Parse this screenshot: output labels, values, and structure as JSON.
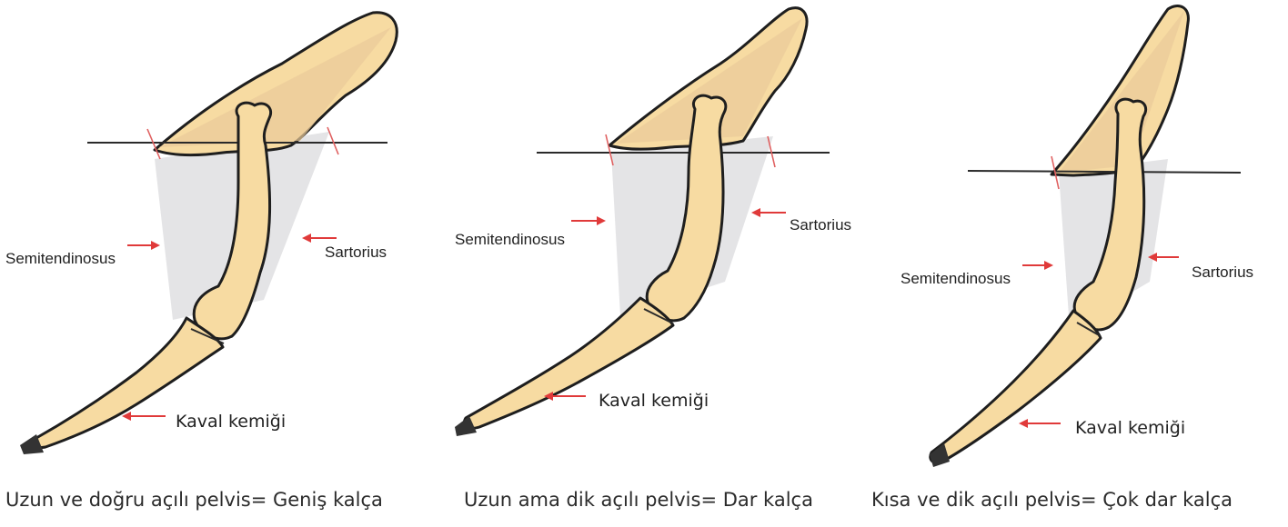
{
  "panels": [
    {
      "semitendinosus": "Semitendinosus",
      "sartorius": "Sartorius",
      "tibia": "Kaval kemiği",
      "caption": "Uzun ve doğru açılı pelvis= Geniş kalça"
    },
    {
      "semitendinosus": "Semitendinosus",
      "sartorius": "Sartorius",
      "tibia": "Kaval kemiği",
      "caption": "Uzun ama dik açılı pelvis= Dar kalça"
    },
    {
      "semitendinosus": "Semitendinosus",
      "sartorius": "Sartorius",
      "tibia": "Kaval kemiği",
      "caption": "Kısa ve dik açılı pelvis= Çok dar kalça"
    }
  ],
  "colors": {
    "bone_fill": "#f7dba2",
    "bone_outline": "#1e1e1e",
    "muscle_shade": "#d9d9db",
    "arrow": "#e03a3a",
    "reference_line": "#2a2a2a"
  }
}
